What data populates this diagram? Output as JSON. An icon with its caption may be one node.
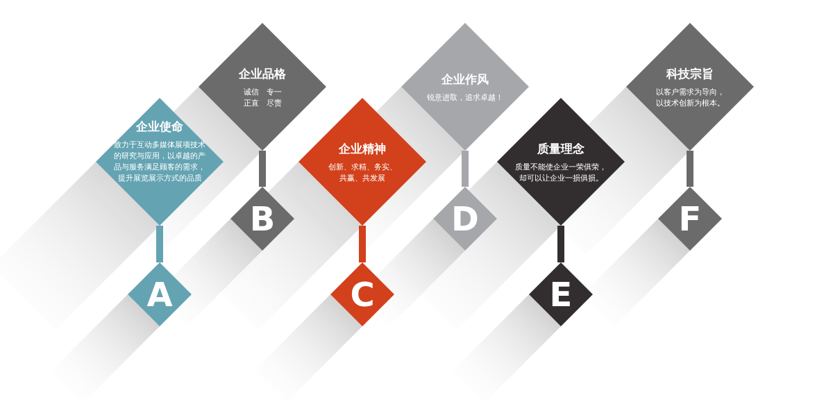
{
  "diagram": {
    "nodes": [
      {
        "text": [
          "企业使命",
          "致力于互动多媒体展项技术的研究与应用，以卓越的产品与服务满足顾客的需求，提升展览展示方式的品质"
        ]
      },
      {
        "text": [
          "A"
        ]
      },
      {
        "text": [
          "企业品格",
          "诚信　专一正直　尽责"
        ]
      },
      {
        "text": [
          "B"
        ]
      },
      {
        "text": [
          "企业精神",
          "创新、求精、务实、共赢、共发展"
        ]
      },
      {
        "text": [
          "C"
        ]
      },
      {
        "text": [
          "企业作风",
          "锐意进取，追求卓越！"
        ]
      },
      {
        "text": [
          "D"
        ]
      },
      {
        "text": [
          "质量理念",
          "质量不能使企业一荣俱荣，却可以让企业一损俱损。"
        ]
      },
      {
        "text": [
          "E"
        ]
      },
      {
        "text": [
          "科技宗旨",
          "以客户需求为导向，以技术创新为根本。"
        ]
      },
      {
        "text": [
          "F"
        ]
      }
    ],
    "edges": [
      {
        "from": 0,
        "to": 1,
        "arrow": "none",
        "color": "#64a3b2"
      },
      {
        "from": 2,
        "to": 3,
        "arrow": "none"
      },
      {
        "from": 4,
        "to": 5,
        "arrow": "none",
        "color": "#d2401c"
      },
      {
        "from": 6,
        "to": 7,
        "arrow": "none",
        "color": "#a6a7aa"
      },
      {
        "from": 8,
        "to": 9,
        "arrow": "none",
        "color": "#322e2f"
      },
      {
        "from": 10,
        "to": 11,
        "arrow": "none"
      }
    ]
  }
}
